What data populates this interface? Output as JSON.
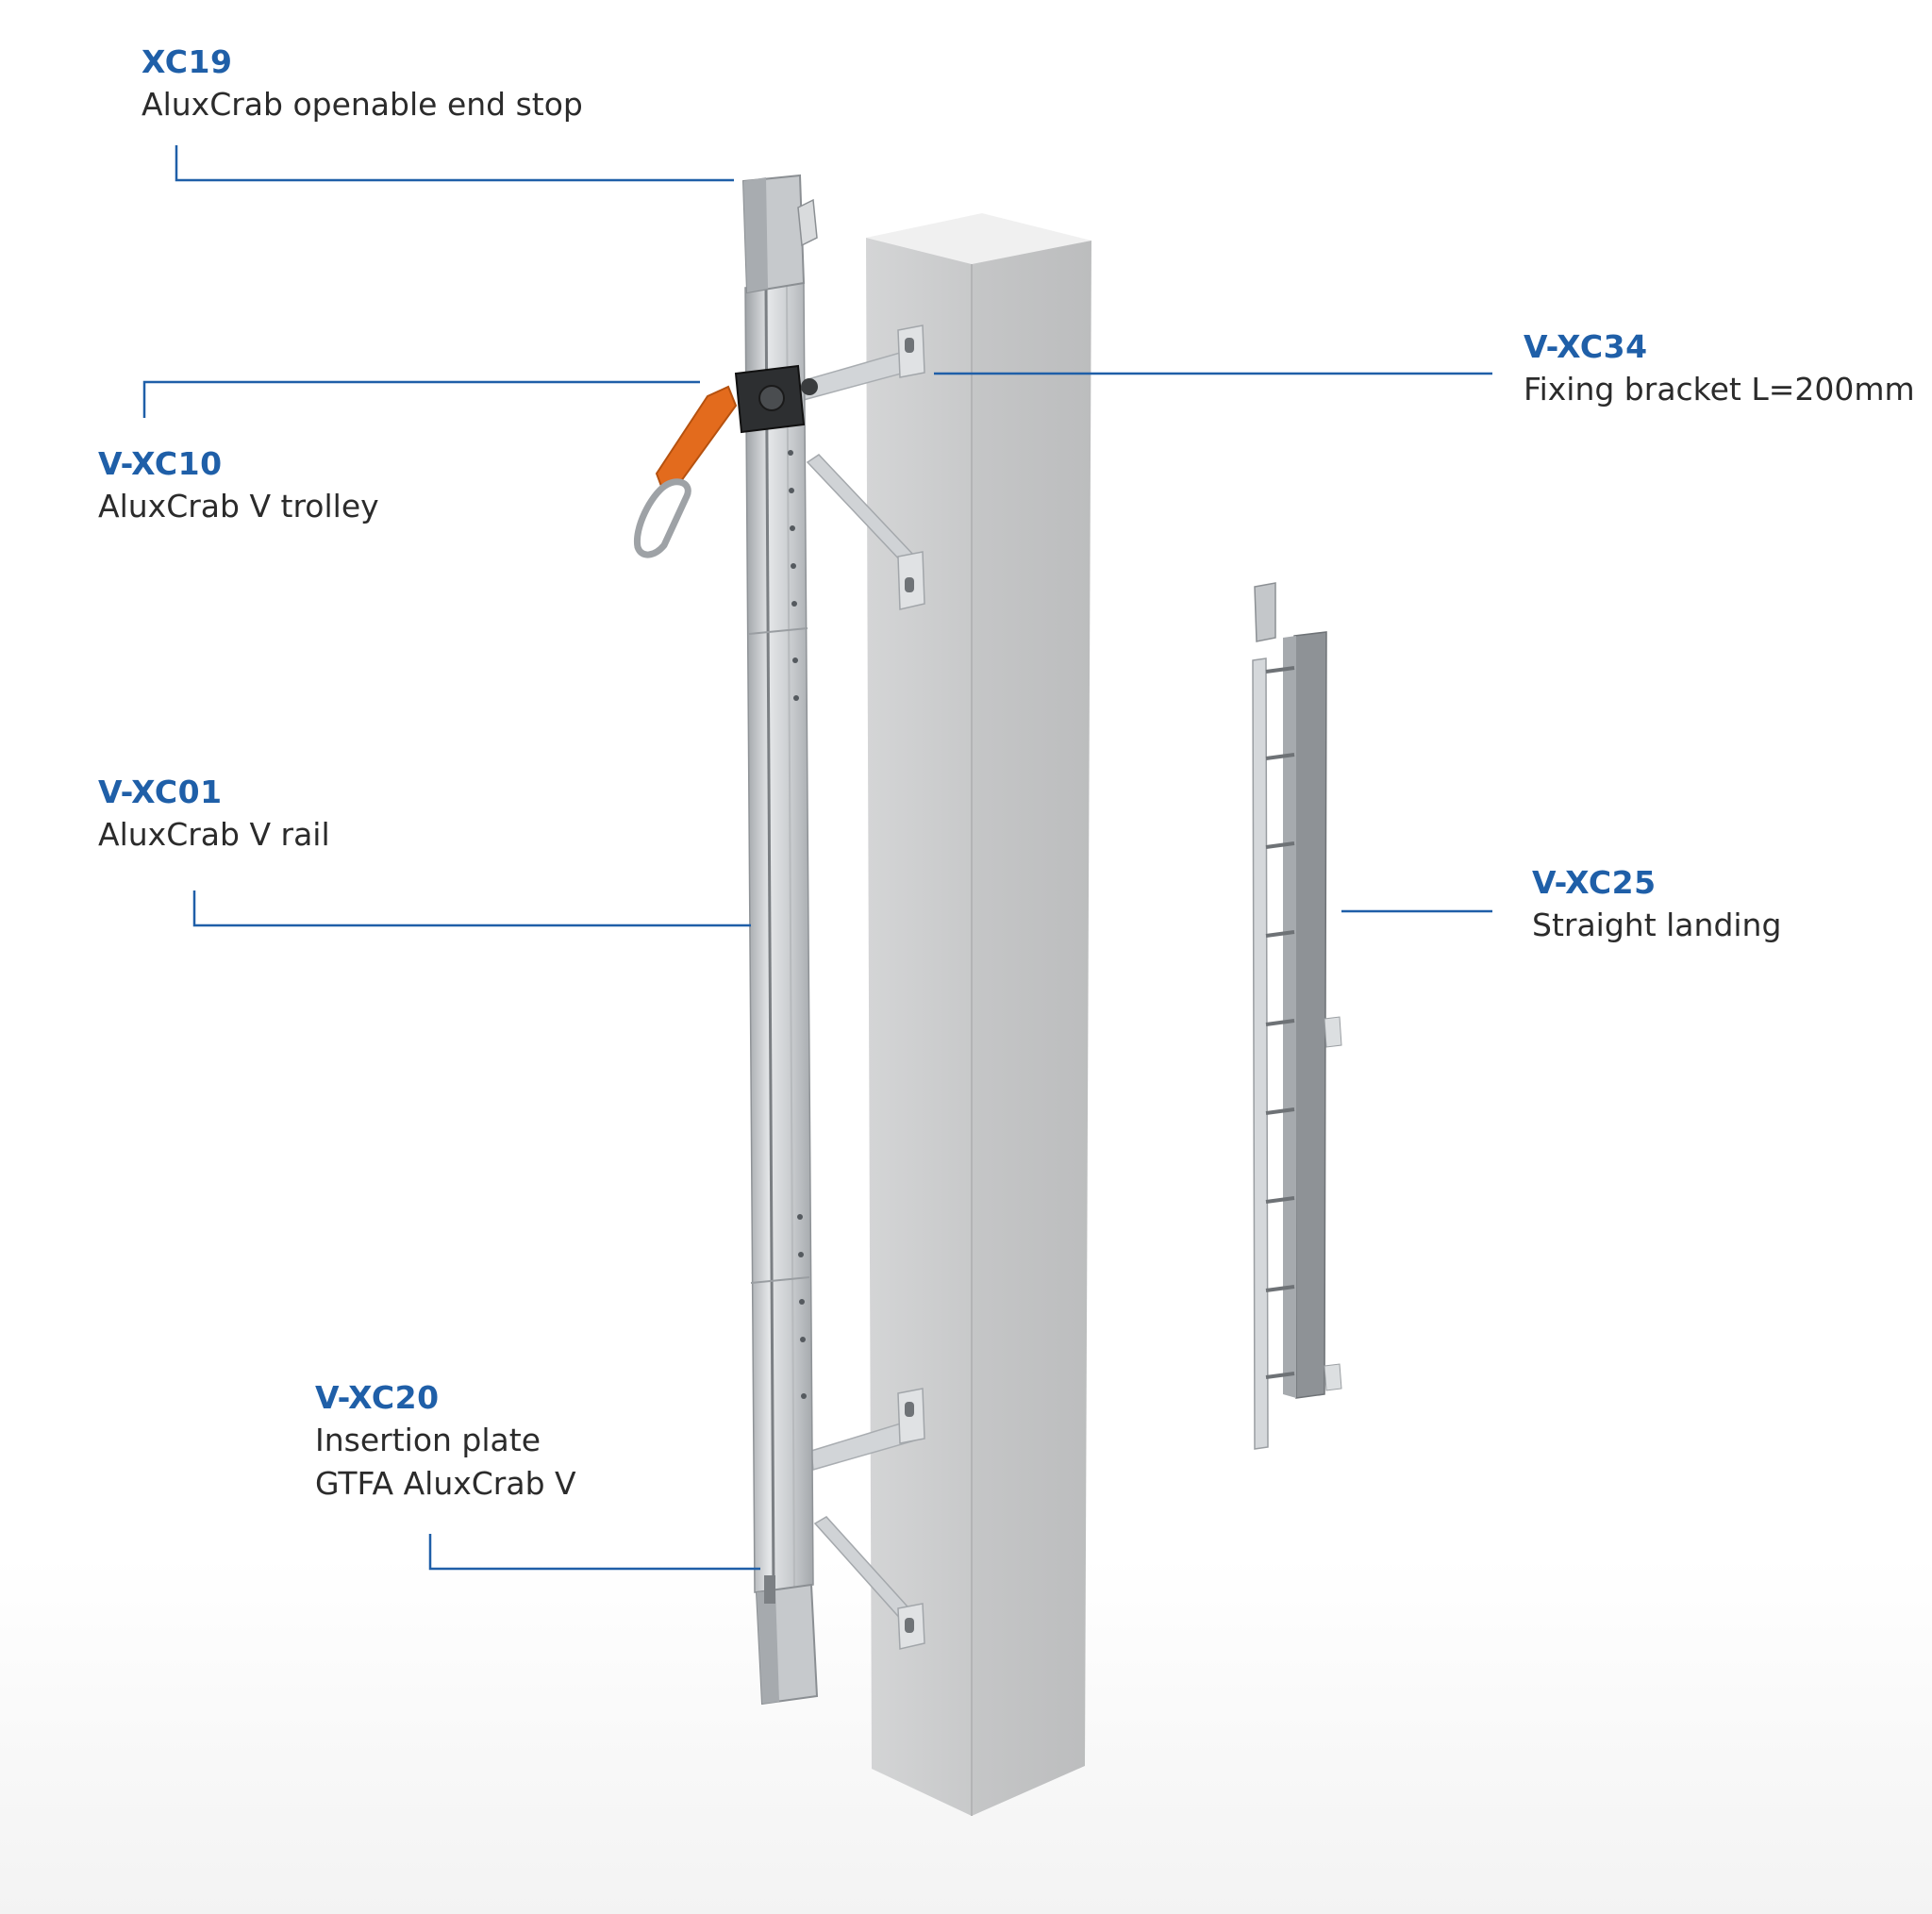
{
  "labels": {
    "xc19": {
      "code": "XC19",
      "desc": "AluxCrab openable end stop"
    },
    "vxc10": {
      "code": "V-XC10",
      "desc": "AluxCrab V trolley"
    },
    "vxc01": {
      "code": "V-XC01",
      "desc": "AluxCrab V rail"
    },
    "vxc20": {
      "code": "V-XC20",
      "desc_line1": "Insertion plate",
      "desc_line2": "GTFA AluxCrab V"
    },
    "vxc34": {
      "code": "V-XC34",
      "desc": "Fixing bracket L=200mm"
    },
    "vxc25": {
      "code": "V-XC25",
      "desc": "Straight landing"
    }
  },
  "colors": {
    "label_code": "#1f5fa8",
    "leader_line": "#1f5fa8",
    "text": "#2b2b2b",
    "trolley_orange": "#e36b1d",
    "concrete": "#c9cacb",
    "aluminium": "#d8dadc"
  }
}
